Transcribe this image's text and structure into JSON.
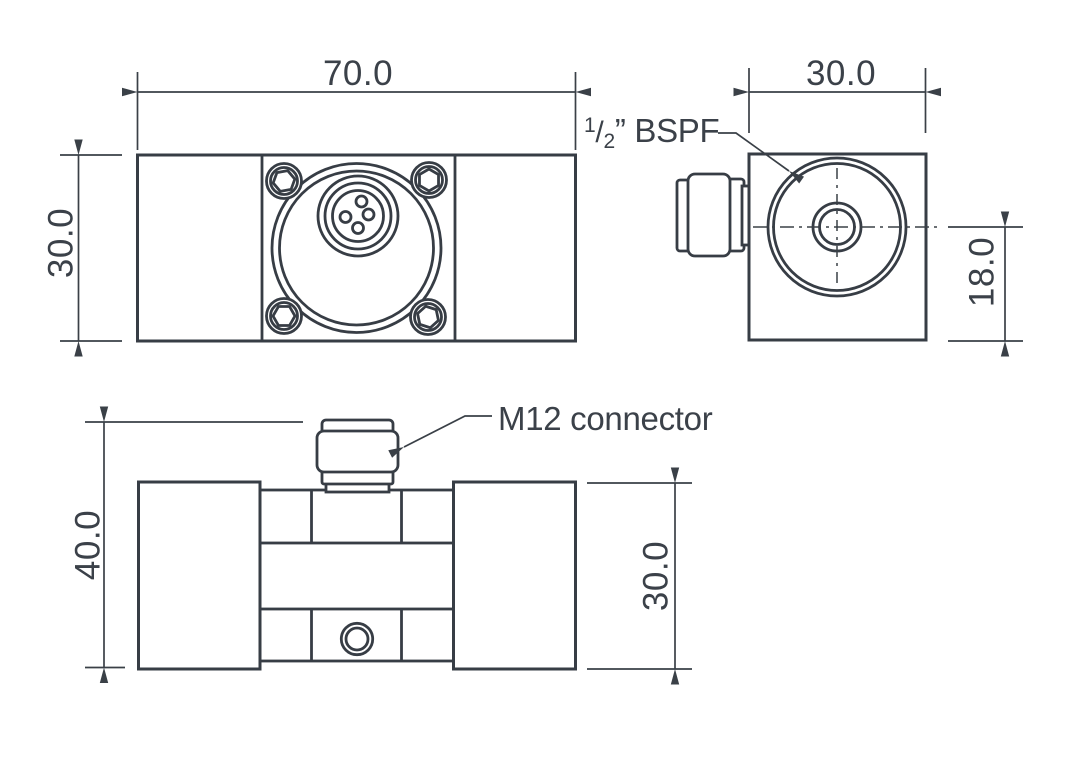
{
  "colors": {
    "line": "#373d45",
    "text": "#3b4149",
    "background": "#ffffff"
  },
  "views": {
    "front": {
      "width_label": "70.0",
      "height_label": "30.0"
    },
    "end": {
      "width_label": "30.0",
      "port_height_label": "18.0"
    },
    "side": {
      "overall_height_label": "40.0",
      "body_height_label": "30.0"
    }
  },
  "annotations": {
    "bspf": {
      "sup": "1",
      "slash": "/",
      "sub": "2",
      "suffix": "” BSPF"
    },
    "m12_connector": "M12 connector"
  }
}
